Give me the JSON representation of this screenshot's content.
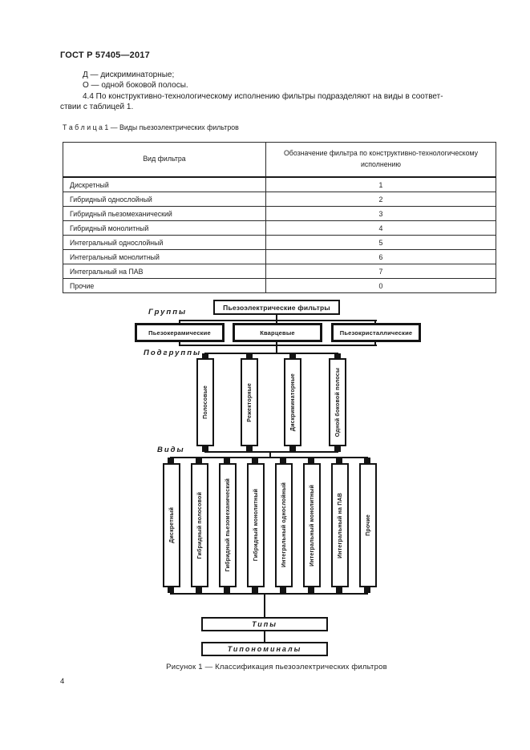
{
  "page": {
    "header": "ГОСТ Р 57405—2017",
    "number": "4"
  },
  "intro": {
    "lines": [
      "Д — дискриминаторные;",
      "О — одной боковой полосы.",
      "4.4  По конструктивно-технологическому исполнению фильтры подразделяют на виды в соответ-",
      "ствии с таблицей 1."
    ]
  },
  "table": {
    "caption": "Т а б л и ц а  1 — Виды пьезоэлектрических фильтров",
    "col1_header": "Вид фильтра",
    "col2_header": "Обозначение фильтра по конструктивно-технологическому исполнению",
    "rows": [
      {
        "name": "Дискретный",
        "code": "1"
      },
      {
        "name": "Гибридный однослойный",
        "code": "2"
      },
      {
        "name": "Гибридный пьезомеханический",
        "code": "3"
      },
      {
        "name": "Гибридный монолитный",
        "code": "4"
      },
      {
        "name": "Интегральный однослойный",
        "code": "5"
      },
      {
        "name": "Интегральный монолитный",
        "code": "6"
      },
      {
        "name": "Интегральный на ПАВ",
        "code": "7"
      },
      {
        "name": "Прочие",
        "code": "0"
      }
    ]
  },
  "diagram": {
    "root": "Пьезоэлектрические фильтры",
    "level_labels": {
      "groups": "Группы",
      "subgroups": "Подгруппы",
      "kinds": "Виды"
    },
    "groups": [
      "Пьезокерамические",
      "Кварцевые",
      "Пьезокристаллические"
    ],
    "subgroups": [
      "Полосовые",
      "Режекторные",
      "Дискриминаторные",
      "Одной боковой полосы"
    ],
    "kinds": [
      "Дискретный",
      "Гибридный полосовой",
      "Гибридный пьезомеханический",
      "Гибридный монолитный",
      "Интегральный однослойный",
      "Интегральный монолитный",
      "Интегральный на ПАВ",
      "Прочие"
    ],
    "types_label": "Типы",
    "typonominals_label": "Типономиналы",
    "figure_caption": "Рисунок 1 — Классификация пьезоэлектрических фильтров"
  },
  "colors": {
    "ink": "#141414",
    "paper": "#ffffff"
  }
}
